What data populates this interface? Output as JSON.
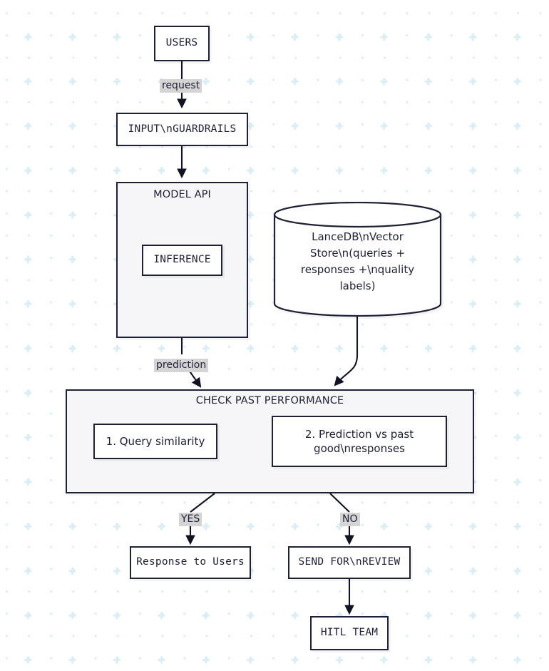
{
  "diagram": {
    "type": "flowchart",
    "direction": "top-down",
    "background": "#ffffff",
    "grid_color": "#dceef5",
    "node_border_color": "#1f2035",
    "node_fill_color": "#ffffff",
    "subgraph_fill_color": "#f6f6f9",
    "edge_label_bg": "#d4d4d4"
  },
  "nodes": {
    "users": {
      "label": "USERS"
    },
    "input_guardrails": {
      "label": "INPUT\\nGUARDRAILS"
    },
    "model_api_group": {
      "label": "MODEL API"
    },
    "inference": {
      "label": "INFERENCE"
    },
    "lancedb": {
      "label": "LanceDB\\nVector Store\\n(queries + responses +\\nquality labels)"
    },
    "check_past_performance_group": {
      "label": "CHECK PAST PERFORMANCE"
    },
    "query_similarity": {
      "label": "1. Query similarity"
    },
    "prediction_vs_past": {
      "label": "2. Prediction vs past good\\nresponses"
    },
    "response_to_users": {
      "label": "Response to Users"
    },
    "send_for_review": {
      "label": "SEND FOR\\nREVIEW"
    },
    "hitl_team": {
      "label": "HITL TEAM"
    }
  },
  "edges": [
    {
      "from": "users",
      "to": "input_guardrails",
      "label": "request"
    },
    {
      "from": "input_guardrails",
      "to": "model_api_group",
      "label": ""
    },
    {
      "from": "inference",
      "to": "check_past_performance_group",
      "label": "prediction"
    },
    {
      "from": "lancedb",
      "to": "check_past_performance_group",
      "label": ""
    },
    {
      "from": "query_similarity",
      "to": "prediction_vs_past",
      "label": ""
    },
    {
      "from": "check_past_performance_group",
      "to": "response_to_users",
      "label": "YES"
    },
    {
      "from": "check_past_performance_group",
      "to": "send_for_review",
      "label": "NO"
    },
    {
      "from": "send_for_review",
      "to": "hitl_team",
      "label": ""
    }
  ],
  "edge_labels": {
    "request": "request",
    "prediction": "prediction",
    "yes": "YES",
    "no": "NO"
  }
}
